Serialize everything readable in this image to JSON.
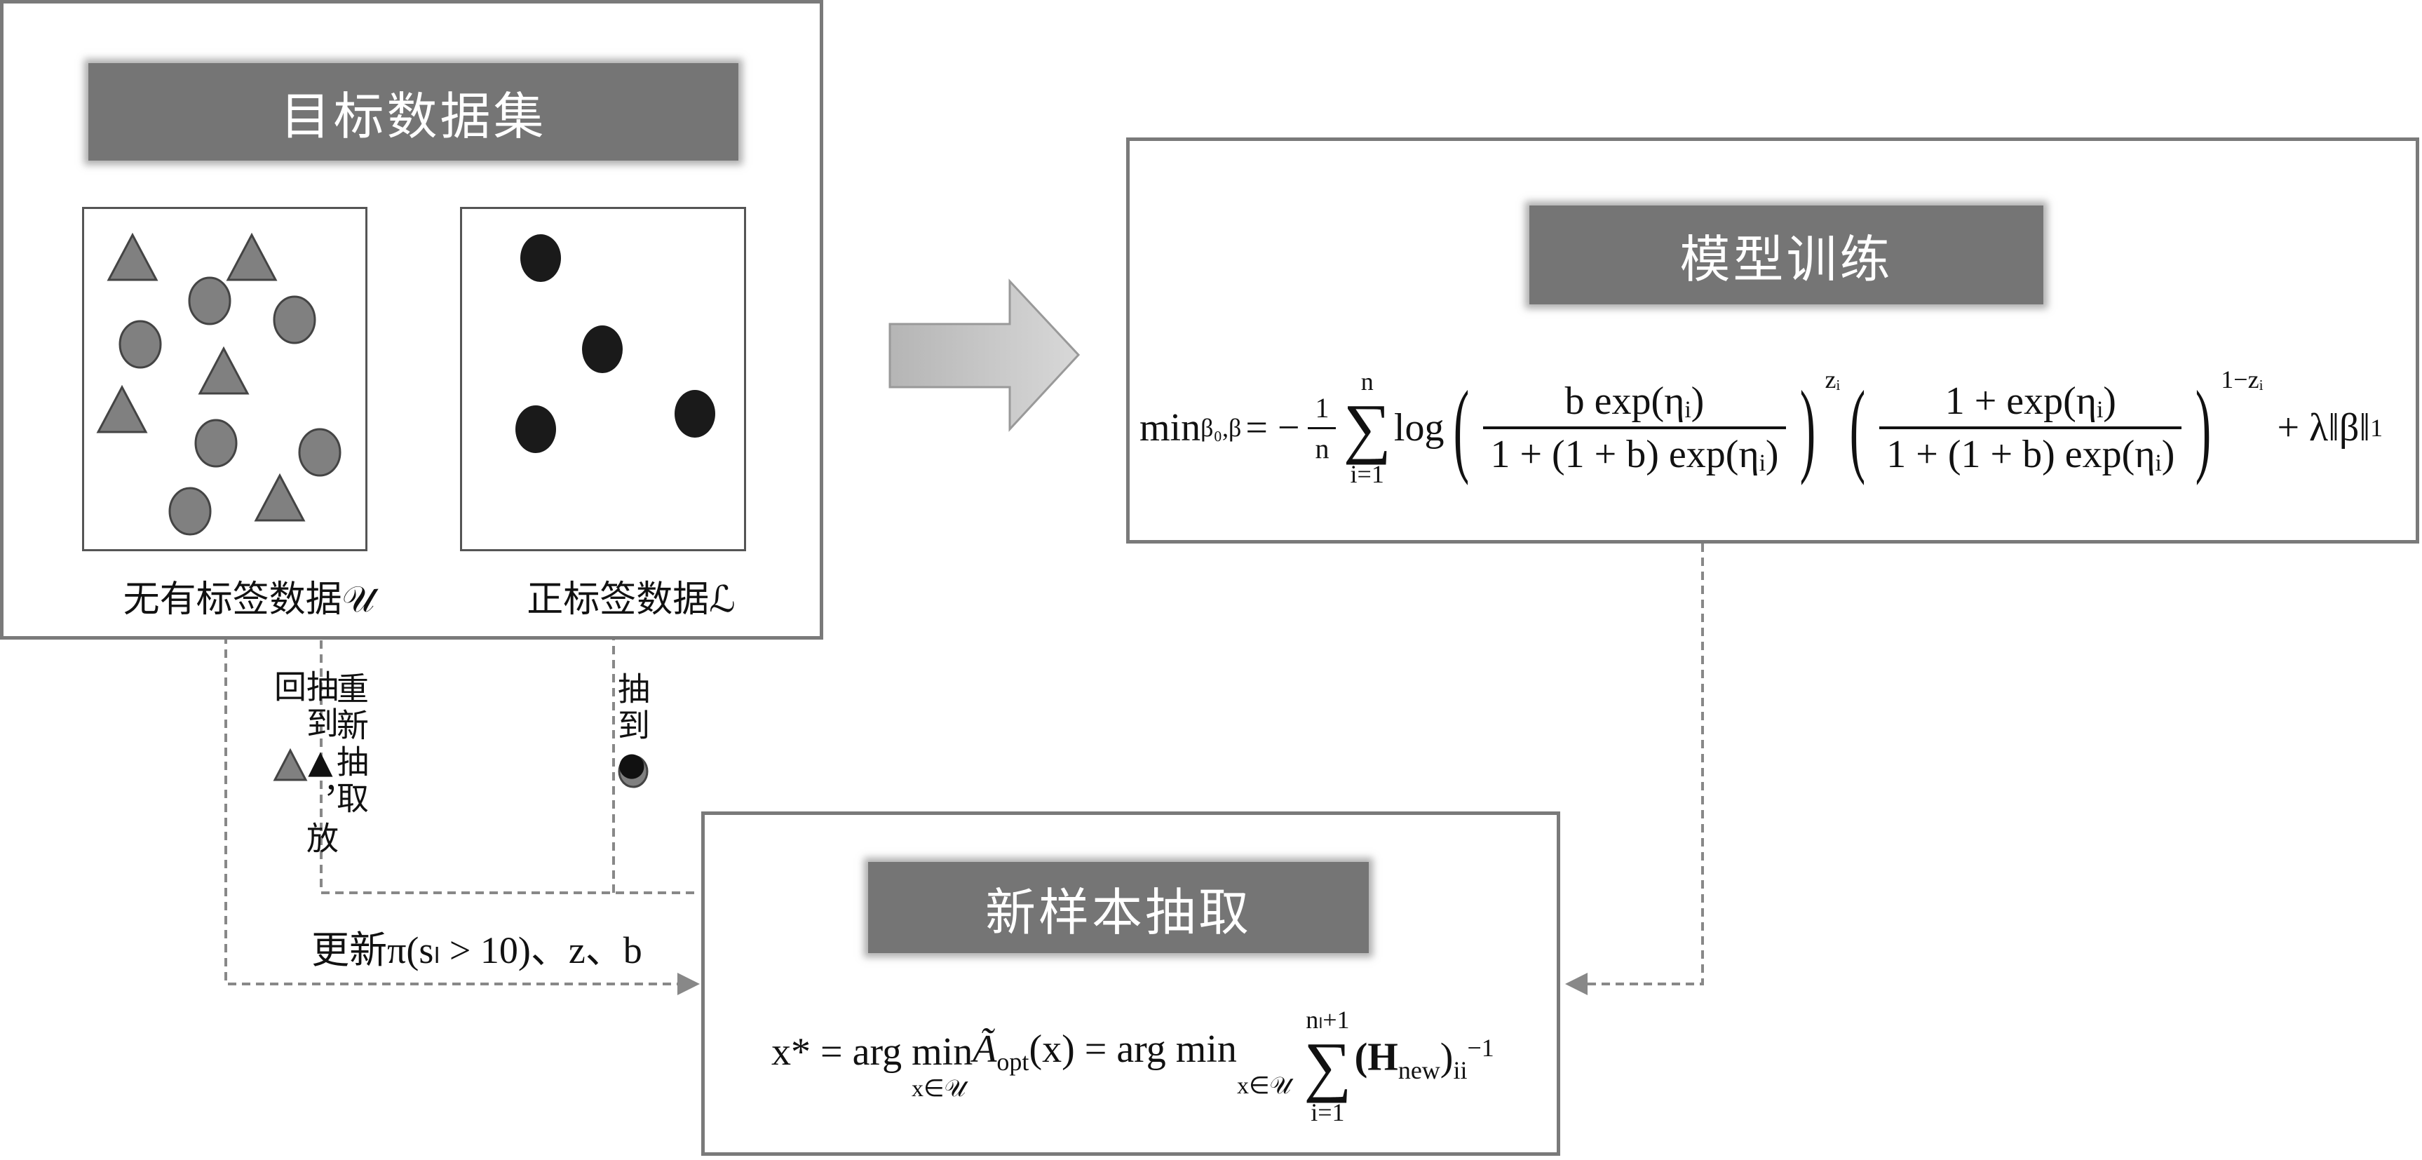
{
  "dataset": {
    "title": "目标数据集",
    "unlabeled_label": "无有标签数据𝒰",
    "positive_label": "正标签数据ℒ"
  },
  "training": {
    "title": "模型训练",
    "formula": {
      "min": "min",
      "min_sub": "β₀,β",
      "eq": "= −",
      "one": "1",
      "n": "n",
      "sum_top": "n",
      "sum_bottom": "i=1",
      "log": "log",
      "num1": "b exp(ηᵢ)",
      "den": "1 + (1 + b) exp(ηᵢ)",
      "exp1": "zᵢ",
      "num2": "1 + exp(ηᵢ)",
      "exp2": "1−zᵢ",
      "reg": "+ λ‖β‖",
      "reg_sub": "1"
    }
  },
  "sampling": {
    "title": "新样本抽取",
    "formula": {
      "lhs": "x* = arg min",
      "under1": "x∈𝒰",
      "a": "Ã",
      "a_sub": "opt",
      "ax": "(x) = arg min",
      "under2": "x∈𝒰",
      "sum_top": "nₗ+1",
      "sum_bottom": "i=1",
      "h": "(H",
      "h_sub": "new",
      "h_close": ")",
      "h_sub2": "ii",
      "h_sup": "−1"
    }
  },
  "annotations": {
    "draw_triangle": "抽到▲，放回",
    "resample": "重新抽取",
    "draw_circle": "抽到●",
    "update": "更新π(sₗ > 10)、z、b"
  },
  "colors": {
    "bar": "#757575",
    "shape": "#808080",
    "positive": "#1a1a1a"
  }
}
